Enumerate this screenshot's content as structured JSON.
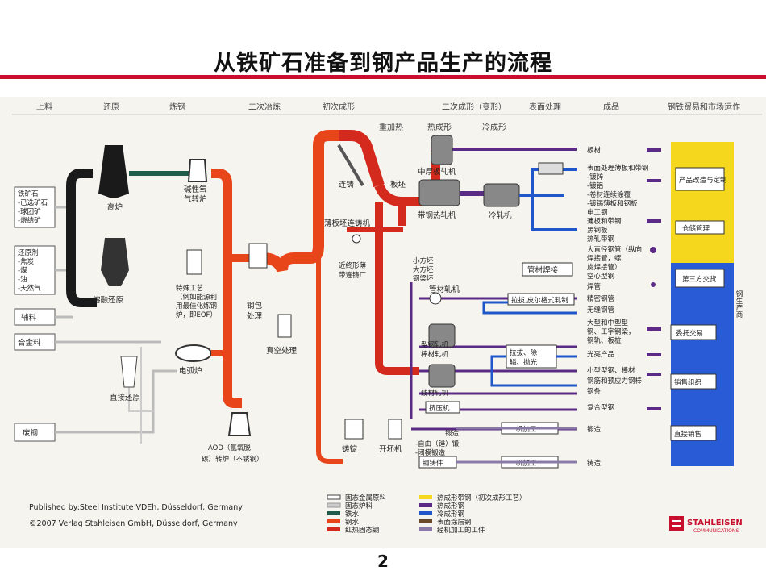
{
  "page": {
    "title": "从铁矿石准备到钢产品生产的流程",
    "page_number": "2"
  },
  "stages": [
    "上料",
    "还原",
    "炼钢",
    "二次冶炼",
    "初次成形",
    "二次成形（变形）",
    "表面处理",
    "成品",
    "钢铁贸易和市场运作"
  ],
  "stage_sub": {
    "hot": "热成形",
    "reheat": "重加热",
    "cold": "冷成形"
  },
  "inputs": {
    "ore": [
      "铁矿石",
      "-已选矿石",
      "-球团矿",
      "-烧结矿"
    ],
    "reductant": [
      "还原剂",
      "-焦炭",
      "-煤",
      "-油",
      "-天然气"
    ],
    "aux": "辅料",
    "alloy": "合金料",
    "scrap": "废钢"
  },
  "processes": {
    "blast_furnace": "高炉",
    "smelting_reduction": "熔融还原",
    "direct_reduction": "直接还原",
    "bof": [
      "碱性氧",
      "气转炉"
    ],
    "special": [
      "特殊工艺",
      "（例如能源利",
      "用最佳化炼钢",
      "炉，即EOF）"
    ],
    "eaf": "电弧炉",
    "aod": [
      "AOD（氩氧脱",
      "碳）转炉（不锈钢）"
    ],
    "ladle": [
      "钢包",
      "处理"
    ],
    "vacuum": "真空处理",
    "continuous_casting": "连铸",
    "thin_slab": "薄板坯连铸机",
    "near_net": [
      "近终形薄",
      "带连铸厂"
    ],
    "ingot": "铸锭",
    "blooming": "开坯机",
    "slab": "板坯",
    "billets": [
      "小方坯",
      "大方坯",
      "钢梁坯"
    ]
  },
  "mills": {
    "plate_mill": "中厚板轧机",
    "hot_strip": "带钢热轧机",
    "cold_mill": "冷轧机",
    "tube_weld": "管材焊接",
    "tube_mill": "管材轧机",
    "section_mill": [
      "型钢轧机",
      "棒材轧机"
    ],
    "wire_mill": [
      "线材轧机"
    ],
    "extrusion": "挤压机",
    "drawing": "拉拔,皮尔格式轧制",
    "bar_drawing": [
      "拉拔、除",
      "鳞、抛光"
    ],
    "forging": "锻造",
    "forging_types": [
      "-自由（锤）锻",
      "-闭模锻造"
    ],
    "casting": "钢铸件",
    "machining": "机加工"
  },
  "products": [
    "板材",
    "表面处理薄板和带钢",
    "-镀锌",
    "-镀铝",
    "-卷材连续涂覆",
    "-镀锡薄板和钢板",
    "电工钢",
    "薄板和带钢",
    "黑钢板",
    "热轧带钢",
    "大直径钢管（纵向",
    "焊接管，螺",
    "旋焊接管）",
    "空心型钢",
    "焊管",
    "精密钢管",
    "无缝钢管",
    "大型和中型型",
    "钢、工字钢梁，",
    "钢轨、板桩",
    "光亮产品",
    "小型型钢、棒材",
    "钢筋和预应力钢棒",
    "钢条",
    "复合型钢",
    "锻造",
    "铸造"
  ],
  "market": [
    "产品改造与定制",
    "仓储管理",
    "第三方交货",
    "委托交易",
    "销售组织",
    "直接销售"
  ],
  "market_side": "钢生产商",
  "legend_left": [
    "固态金属原料",
    "固态炉料",
    "铁水",
    "钢水",
    "红热固态钢"
  ],
  "legend_right": [
    "热成形带钢（初次成形工艺）",
    "热成形钢",
    "冷成形钢",
    "表面涂层钢",
    "经机加工的工件"
  ],
  "colors": {
    "hot_metal": "#1a1a1a",
    "iron_green": "#1f5a4a",
    "liquid_steel": "#e8461a",
    "red_hot": "#d42a1e",
    "hot_formed": "#5b2a86",
    "cold_formed": "#1f56c9",
    "coated": "#6b4a2a",
    "yellow_band": "#f5d81e",
    "blue_band": "#2a5bd6"
  },
  "publisher": {
    "line1": "Published by:Steel Institute VDEh, Düsseldorf, Germany",
    "line2": "©2007 Verlag Stahleisen GmbH, Düsseldorf, Germany",
    "logo": "STAHLEISEN",
    "logo_sub": "COMMUNICATIONS"
  }
}
